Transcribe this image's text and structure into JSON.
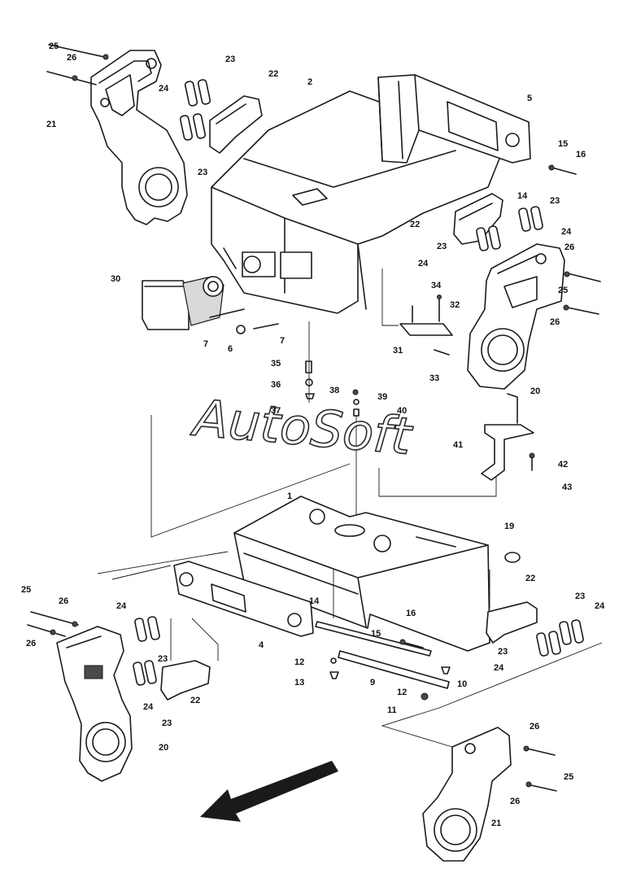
{
  "watermark": "AutoSoft",
  "callouts": [
    {
      "id": "c25a",
      "text": "25"
    },
    {
      "id": "c26a",
      "text": "26"
    },
    {
      "id": "c21a",
      "text": "21"
    },
    {
      "id": "c24a",
      "text": "24"
    },
    {
      "id": "c23a",
      "text": "23"
    },
    {
      "id": "c23b",
      "text": "23"
    },
    {
      "id": "c22a",
      "text": "22"
    },
    {
      "id": "c2",
      "text": "2"
    },
    {
      "id": "c5",
      "text": "5"
    },
    {
      "id": "c15a",
      "text": "15"
    },
    {
      "id": "c16a",
      "text": "16"
    },
    {
      "id": "c14a",
      "text": "14"
    },
    {
      "id": "c23c",
      "text": "23"
    },
    {
      "id": "c22b",
      "text": "22"
    },
    {
      "id": "c24b",
      "text": "24"
    },
    {
      "id": "c23d",
      "text": "23"
    },
    {
      "id": "c24c",
      "text": "24"
    },
    {
      "id": "c26b",
      "text": "26"
    },
    {
      "id": "c25b",
      "text": "25"
    },
    {
      "id": "c26c",
      "text": "26"
    },
    {
      "id": "c30",
      "text": "30"
    },
    {
      "id": "c34",
      "text": "34"
    },
    {
      "id": "c32",
      "text": "32"
    },
    {
      "id": "c7a",
      "text": "7"
    },
    {
      "id": "c6",
      "text": "6"
    },
    {
      "id": "c7b",
      "text": "7"
    },
    {
      "id": "c31",
      "text": "31"
    },
    {
      "id": "c33",
      "text": "33"
    },
    {
      "id": "c20a",
      "text": "20"
    },
    {
      "id": "c35",
      "text": "35"
    },
    {
      "id": "c36",
      "text": "36"
    },
    {
      "id": "c38",
      "text": "38"
    },
    {
      "id": "c39",
      "text": "39"
    },
    {
      "id": "c40",
      "text": "40"
    },
    {
      "id": "c37",
      "text": "37"
    },
    {
      "id": "c41",
      "text": "41"
    },
    {
      "id": "c42",
      "text": "42"
    },
    {
      "id": "c43",
      "text": "43"
    },
    {
      "id": "c1",
      "text": "1"
    },
    {
      "id": "c19",
      "text": "19"
    },
    {
      "id": "c22c",
      "text": "22"
    },
    {
      "id": "c25c",
      "text": "25"
    },
    {
      "id": "c26d",
      "text": "26"
    },
    {
      "id": "c26e",
      "text": "26"
    },
    {
      "id": "c24d",
      "text": "24"
    },
    {
      "id": "c14b",
      "text": "14"
    },
    {
      "id": "c16b",
      "text": "16"
    },
    {
      "id": "c23e",
      "text": "23"
    },
    {
      "id": "c24e",
      "text": "24"
    },
    {
      "id": "c15b",
      "text": "15"
    },
    {
      "id": "c4",
      "text": "4"
    },
    {
      "id": "c23f",
      "text": "23"
    },
    {
      "id": "c24f",
      "text": "24"
    },
    {
      "id": "c12a",
      "text": "12"
    },
    {
      "id": "c23g",
      "text": "23"
    },
    {
      "id": "c10",
      "text": "10"
    },
    {
      "id": "c13",
      "text": "13"
    },
    {
      "id": "c9",
      "text": "9"
    },
    {
      "id": "c24g",
      "text": "24"
    },
    {
      "id": "c22d",
      "text": "22"
    },
    {
      "id": "c12b",
      "text": "12"
    },
    {
      "id": "c23h",
      "text": "23"
    },
    {
      "id": "c11",
      "text": "11"
    },
    {
      "id": "c20b",
      "text": "20"
    },
    {
      "id": "c26f",
      "text": "26"
    },
    {
      "id": "c25d",
      "text": "25"
    },
    {
      "id": "c26g",
      "text": "26"
    },
    {
      "id": "c21b",
      "text": "21"
    }
  ]
}
